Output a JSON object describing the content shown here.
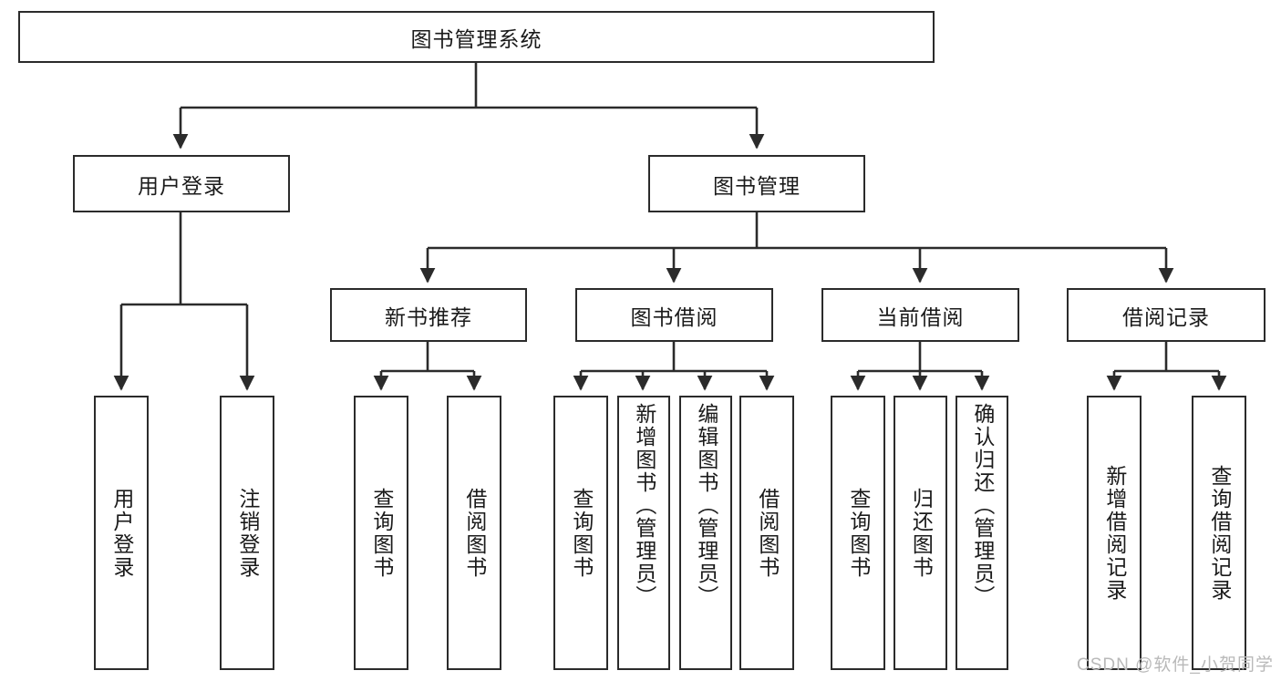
{
  "diagram": {
    "title_node": {
      "label": "图书管理系统"
    },
    "level2": [
      {
        "id": "user-login",
        "label": "用户登录"
      },
      {
        "id": "book-management",
        "label": "图书管理"
      }
    ],
    "level3": [
      {
        "id": "new-book-recommend",
        "label": "新书推荐"
      },
      {
        "id": "book-borrow",
        "label": "图书借阅"
      },
      {
        "id": "current-borrow",
        "label": "当前借阅"
      },
      {
        "id": "borrow-record",
        "label": "借阅记录"
      }
    ],
    "leaves": {
      "user_login": [
        {
          "id": "leaf-user-login",
          "label": "用户登录"
        },
        {
          "id": "leaf-logout-login",
          "label": "注销登录"
        }
      ],
      "new_book_recommend": [
        {
          "id": "leaf-query-book-1",
          "label": "查询图书"
        },
        {
          "id": "leaf-borrow-book-1",
          "label": "借阅图书"
        }
      ],
      "book_borrow": [
        {
          "id": "leaf-query-book-2",
          "label": "查询图书"
        },
        {
          "id": "leaf-add-book-admin",
          "label": "新增图书（管理员）"
        },
        {
          "id": "leaf-edit-book-admin",
          "label": "编辑图书（管理员）"
        },
        {
          "id": "leaf-borrow-book-2",
          "label": "借阅图书"
        }
      ],
      "current_borrow": [
        {
          "id": "leaf-query-book-3",
          "label": "查询图书"
        },
        {
          "id": "leaf-return-book",
          "label": "归还图书"
        },
        {
          "id": "leaf-confirm-return-admin",
          "label": "确认归还（管理员）"
        }
      ],
      "borrow_record": [
        {
          "id": "leaf-add-borrow-record",
          "label": "新增借阅记录"
        },
        {
          "id": "leaf-query-borrow-record",
          "label": "查询借阅记录"
        }
      ]
    }
  },
  "watermark": {
    "text": "CSDN @软件_小贺同学"
  },
  "colors": {
    "stroke": "#2b2b2b",
    "text": "#1a1a1a",
    "background": "#ffffff",
    "watermark": "#b9b9b9"
  }
}
